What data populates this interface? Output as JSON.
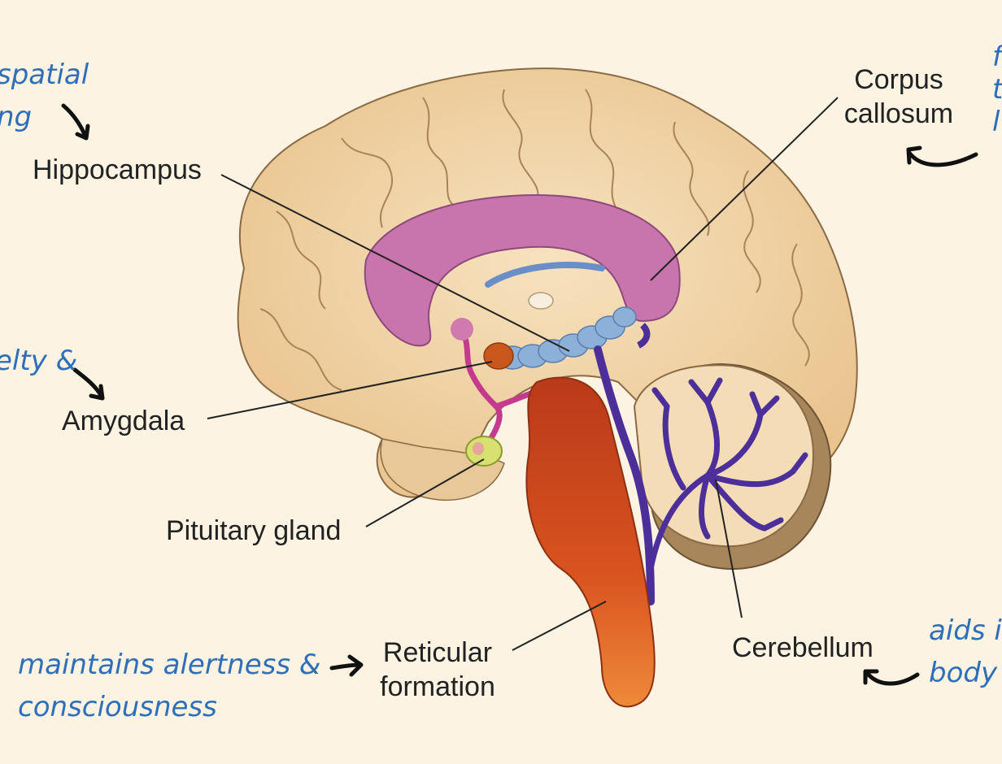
{
  "labels": {
    "hippocampus": "Hippocampus",
    "corpus_line1": "Corpus",
    "corpus_line2": "callosum",
    "amygdala": "Amygdala",
    "pituitary": "Pituitary gland",
    "reticular_line1": "Reticular",
    "reticular_line2": "formation",
    "cerebellum": "Cerebellum"
  },
  "notes": {
    "hippocampus_line1": "spatial",
    "hippocampus_line2": "ng",
    "amygdala_fragment": "elty &",
    "reticular_line1": "maintains alertness &",
    "reticular_line2": "consciousness",
    "cerebellum_line1": "aids i",
    "cerebellum_line2": "body",
    "corpus_line1": "f",
    "corpus_line2": "t",
    "corpus_line3": "l"
  },
  "colors": {
    "background": "#fcf3e2",
    "note_text": "#2f6fb8",
    "cortex": "#f0d3a6",
    "corpus_callosum": "#c874ad",
    "hippocampus": "#8db0d8",
    "amygdala": "#c9561a",
    "brainstem": "#cc4a1c",
    "cerebellum_arbor": "#4d2f9a",
    "pituitary": "#d8e070"
  }
}
